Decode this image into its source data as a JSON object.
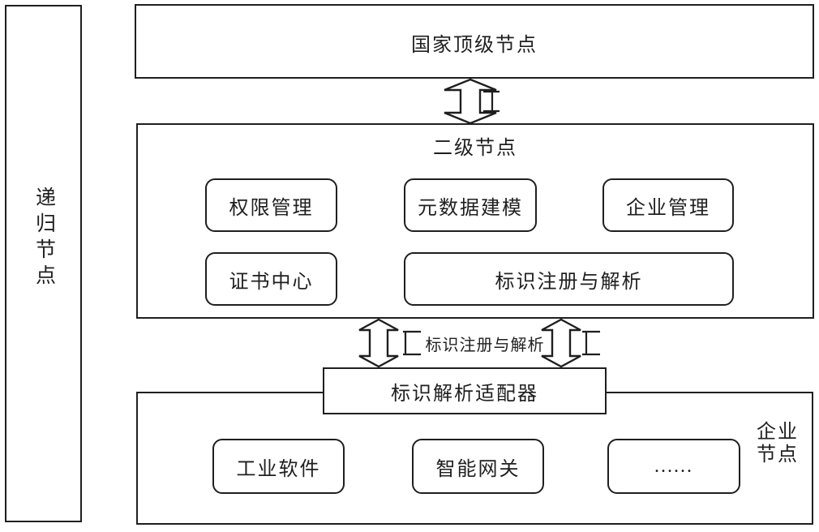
{
  "colors": {
    "line": "#1f1f1f",
    "background": "#ffffff"
  },
  "recursive_node": {
    "label": "递归节点"
  },
  "top_node": {
    "label": "国家顶级节点"
  },
  "second_node": {
    "label": "二级节点",
    "row1": [
      {
        "label": "权限管理"
      },
      {
        "label": "元数据建模"
      },
      {
        "label": "企业管理"
      }
    ],
    "row2": [
      {
        "label": "证书中心"
      },
      {
        "label": "标识注册与解析"
      }
    ]
  },
  "connection": {
    "label": "标识注册与解析"
  },
  "adapter": {
    "label": "标识解析适配器"
  },
  "enterprise_node": {
    "label": "企业节点",
    "label_lines": [
      "企业",
      "节点"
    ],
    "modules": [
      {
        "label": "工业软件"
      },
      {
        "label": "智能网关"
      },
      {
        "label": "......"
      }
    ]
  }
}
